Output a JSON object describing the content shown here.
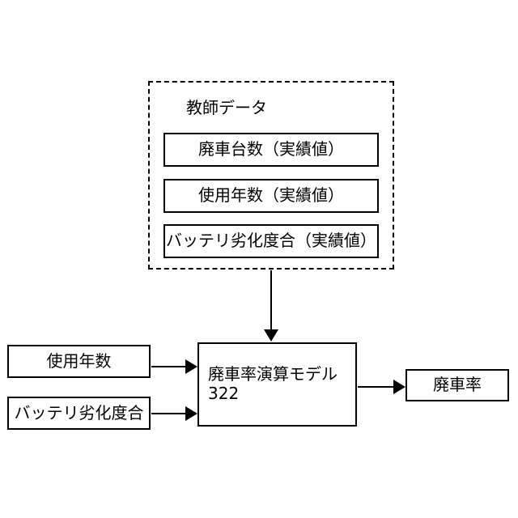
{
  "diagram": {
    "training_group": {
      "title": "教師データ",
      "items": [
        {
          "label": "廃車台数（実績値）"
        },
        {
          "label": "使用年数（実績値）"
        },
        {
          "label": "バッテリ劣化度合（実績値）"
        }
      ]
    },
    "inputs": [
      {
        "label": "使用年数"
      },
      {
        "label": "バッテリ劣化度合"
      }
    ],
    "model": {
      "name": "廃車率演算モデル",
      "number": "322"
    },
    "output": {
      "label": "廃車率"
    },
    "connectors": [
      {
        "name": "training-to-model",
        "direction": "down"
      },
      {
        "name": "usage-to-model",
        "direction": "right"
      },
      {
        "name": "battery-to-model",
        "direction": "right"
      },
      {
        "name": "model-to-output",
        "direction": "right"
      }
    ],
    "colors": {
      "background": "#ffffff",
      "stroke": "#000000",
      "text": "#000000"
    }
  }
}
